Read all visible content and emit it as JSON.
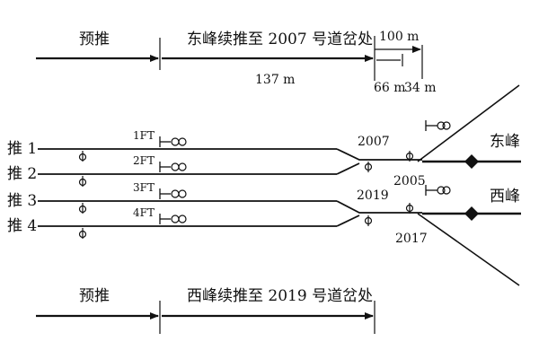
{
  "top_segments": {
    "pre_push": "预推",
    "continue_push": "东峰续推至 2007 号道岔处",
    "dist_100": "100 m",
    "dist_137": "137 m",
    "dist_66": "66 m",
    "dist_34": "34 m"
  },
  "tracks": [
    {
      "label": "推 1",
      "signal": "1FT"
    },
    {
      "label": "推 2",
      "signal": "2FT"
    },
    {
      "label": "推 3",
      "signal": "3FT"
    },
    {
      "label": "推 4",
      "signal": "4FT"
    }
  ],
  "switches": {
    "s2007": "2007",
    "s2005": "2005",
    "s2019": "2019",
    "s2017": "2017"
  },
  "humps": {
    "east": "东峰",
    "west": "西峰"
  },
  "bottom_segments": {
    "pre_push": "预推",
    "continue_push": "西峰续推至 2019 号道岔处"
  },
  "colors": {
    "line": "#111111",
    "background": "#ffffff"
  }
}
